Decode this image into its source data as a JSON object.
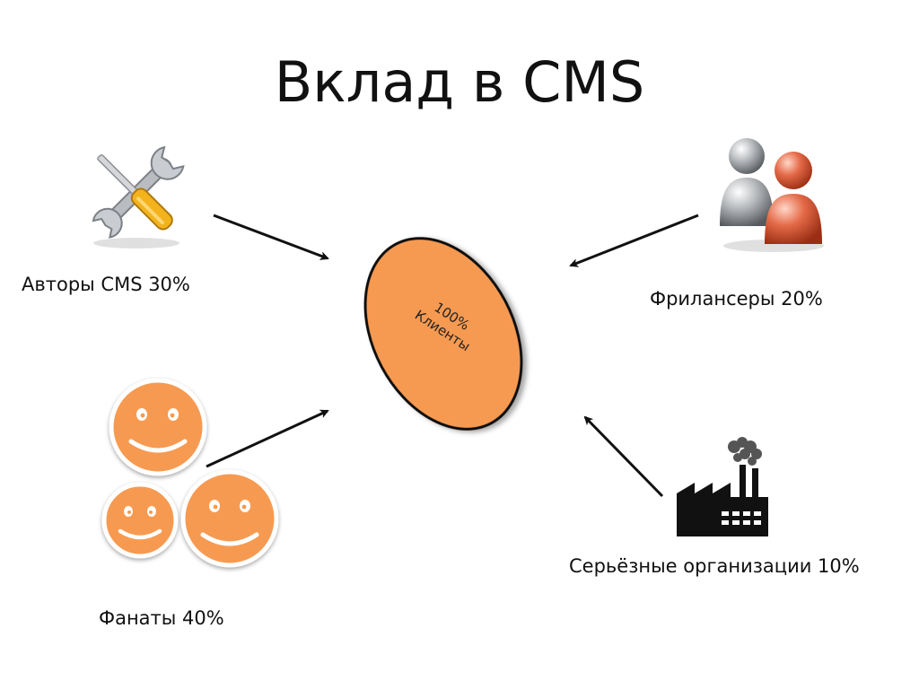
{
  "slide": {
    "title": "Вклад в CMS"
  },
  "center": {
    "line1": "100%",
    "line2": "Клиенты",
    "fill_color": "#f79a51"
  },
  "groups": [
    {
      "id": "authors",
      "label": "Авторы CMS 30%",
      "icon": "tools-icon"
    },
    {
      "id": "freelancers",
      "label": "Фрилансеры 20%",
      "icon": "people-icon"
    },
    {
      "id": "fans",
      "label": "Фанаты 40%",
      "icon": "smiley-faces-icon"
    },
    {
      "id": "orgs",
      "label": "Серьёзные организации 10%",
      "icon": "factory-icon"
    }
  ],
  "colors": {
    "accent_orange": "#f79a51",
    "arrow": "#111111"
  }
}
